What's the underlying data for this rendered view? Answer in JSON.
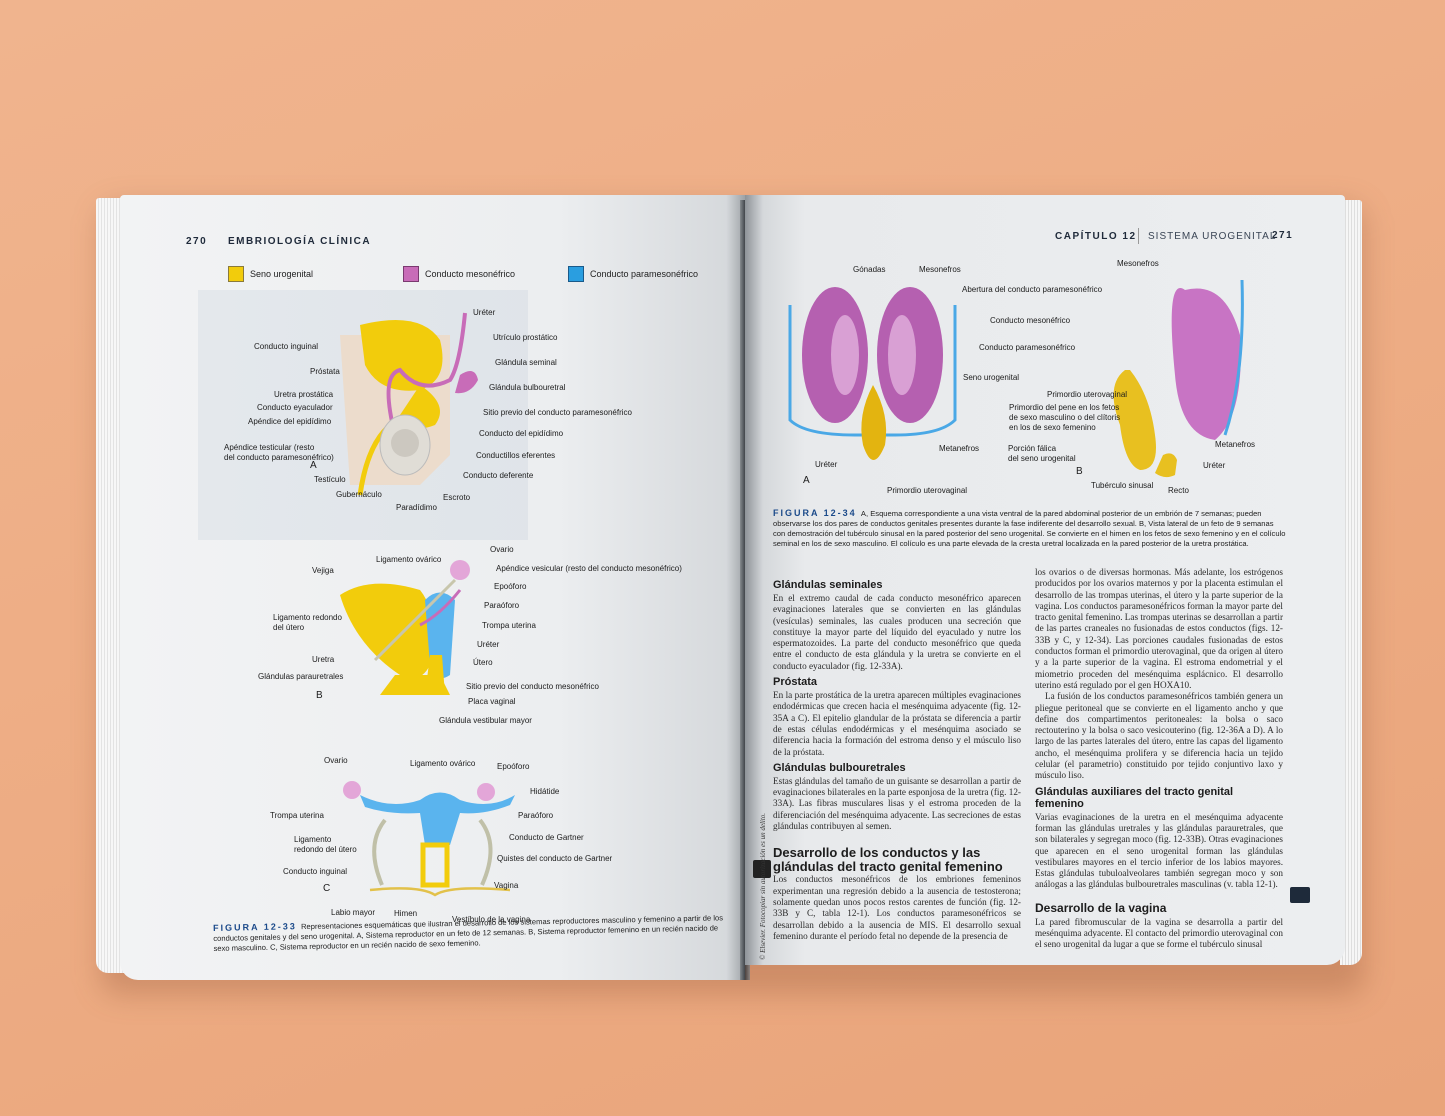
{
  "left_page": {
    "page_number": "270",
    "running_head": "EMBRIOLOGÍA CLÍNICA",
    "legend": [
      {
        "label": "Seno urogenital",
        "color": "#f2cc0c"
      },
      {
        "label": "Conducto mesonéfrico",
        "color": "#c86cb8"
      },
      {
        "label": "Conducto paramesonéfrico",
        "color": "#2a9ee0"
      }
    ],
    "figure_a": {
      "panel": "A",
      "labels": [
        "Uréter",
        "Utrículo prostático",
        "Conducto inguinal",
        "Glándula seminal",
        "Próstata",
        "Glándula bulbouretral",
        "Uretra prostática",
        "Conducto eyaculador",
        "Sitio previo del conducto paramesonéfrico",
        "Apéndice del epidídimo",
        "Conducto del epidídimo",
        "Apéndice testicular (resto",
        "del conducto paramesonéfrico)",
        "Conductillos eferentes",
        "Conducto deferente",
        "Testículo",
        "Gubernáculo",
        "Escroto",
        "Paradídimo"
      ]
    },
    "figure_b": {
      "panel": "B",
      "labels": [
        "Ovario",
        "Ligamento ovárico",
        "Apéndice vesicular (resto del conducto mesonéfrico)",
        "Vejiga",
        "Epoóforo",
        "Paraóforo",
        "Ligamento redondo",
        "del útero",
        "Trompa uterina",
        "Uréter",
        "Útero",
        "Uretra",
        "Glándulas parauretrales",
        "Sitio previo del conducto mesonéfrico",
        "Placa vaginal",
        "Glándula vestibular mayor"
      ]
    },
    "figure_c": {
      "panel": "C",
      "labels": [
        "Ovario",
        "Ligamento ovárico",
        "Epoóforo",
        "Hidátide",
        "Trompa uterina",
        "Paraóforo",
        "Ligamento",
        "redondo del útero",
        "Conducto de Gartner",
        "Quistes del conducto de Gartner",
        "Conducto inguinal",
        "Vagina",
        "Labio mayor",
        "Himen",
        "Vestíbulo de la vagina"
      ]
    },
    "caption": {
      "label": "FIGURA 12-33",
      "text": "Representaciones esquemáticas que ilustran el desarrollo de los sistemas reproductores masculino y femenino a partir de los conductos genitales y del seno urogenital. A, Sistema reproductor en un feto de 12 semanas. B, Sistema reproductor femenino en un recién nacido de sexo masculino. C, Sistema reproductor en un recién nacido de sexo femenino."
    }
  },
  "right_page": {
    "page_number": "271",
    "chapter": "CAPÍTULO 12",
    "chapter_title": "SISTEMA UROGENITAL",
    "figure_a": {
      "panel": "A",
      "labels": [
        "Gónadas",
        "Mesonefros",
        "Abertura del conducto paramesonéfrico",
        "Conducto mesonéfrico",
        "Conducto paramesonéfrico",
        "Seno urogenital",
        "Metanefros",
        "Uréter",
        "Primordio uterovaginal"
      ]
    },
    "figure_b": {
      "panel": "B",
      "labels": [
        "Mesonefros",
        "Primordio uterovaginal",
        "Primordio del pene en los fetos",
        "de sexo masculino o del clítoris",
        "en los de sexo femenino",
        "Porción fálica",
        "del seno urogenital",
        "Metanefros",
        "Uréter",
        "Tubérculo sinusal",
        "Recto"
      ]
    },
    "caption": {
      "label": "FIGURA 12-34",
      "text": "A, Esquema correspondiente a una vista ventral de la pared abdominal posterior de un embrión de 7 semanas; pueden observarse los dos pares de conductos genitales presentes durante la fase indiferente del desarrollo sexual. B, Vista lateral de un feto de 9 semanas con demostración del tubérculo sinusal en la pared posterior del seno urogenital. Se convierte en el himen en los fetos de sexo femenino y en el colículo seminal en los de sexo masculino. El colículo es una parte elevada de la cresta uretral localizada en la pared posterior de la uretra prostática."
    },
    "col1": [
      {
        "heading": "Glándulas seminales",
        "text": "En el extremo caudal de cada conducto mesonéfrico aparecen evaginaciones laterales que se convierten en las glándulas (vesículas) seminales, las cuales producen una secreción que constituye la mayor parte del líquido del eyaculado y nutre los espermatozoides. La parte del conducto mesonéfrico que queda entre el conducto de esta glándula y la uretra se convierte en el conducto eyaculador (fig. 12-33A)."
      },
      {
        "heading": "Próstata",
        "text": "En la parte prostática de la uretra aparecen múltiples evaginaciones endodérmicas que crecen hacia el mesénquima adyacente (fig. 12-35A a C). El epitelio glandular de la próstata se diferencia a partir de estas células endodérmicas y el mesénquima asociado se diferencia hacia la formación del estroma denso y el músculo liso de la próstata."
      },
      {
        "heading": "Glándulas bulbouretrales",
        "text": "Estas glándulas del tamaño de un guisante se desarrollan a partir de evaginaciones bilaterales en la parte esponjosa de la uretra (fig. 12-33A). Las fibras musculares lisas y el estroma proceden de la diferenciación del mesénquima adyacente. Las secreciones de estas glándulas contribuyen al semen."
      },
      {
        "heading": "Desarrollo de los conductos y las glándulas del tracto genital femenino",
        "text": "Los conductos mesonéfricos de los embriones femeninos experimentan una regresión debido a la ausencia de testosterona; solamente quedan unos pocos restos carentes de función (fig. 12-33B y C, tabla 12-1). Los conductos paramesonéfricos se desarrollan debido a la ausencia de MIS. El desarrollo sexual femenino durante el período fetal no depende de la presencia de"
      }
    ],
    "col2": [
      {
        "heading": "",
        "text": "los ovarios o de diversas hormonas. Más adelante, los estrógenos producidos por los ovarios maternos y por la placenta estimulan el desarrollo de las trompas uterinas, el útero y la parte superior de la vagina. Los conductos paramesonéfricos forman la mayor parte del tracto genital femenino. Las trompas uterinas se desarrollan a partir de las partes craneales no fusionadas de estos conductos (figs. 12-33B y C, y 12-34). Las porciones caudales fusionadas de estos conductos forman el primordio uterovaginal, que da origen al útero y a la parte superior de la vagina. El estroma endometrial y el miometrio proceden del mesénquima esplácnico. El desarrollo uterino está regulado por el gen HOXA10."
      },
      {
        "heading": "",
        "text": "La fusión de los conductos paramesonéfricos también genera un pliegue peritoneal que se convierte en el ligamento ancho y que define dos compartimentos peritoneales: la bolsa o saco rectouterino y la bolsa o saco vesicouterino (fig. 12-36A a D). A lo largo de las partes laterales del útero, entre las capas del ligamento ancho, el mesénquima prolifera y se diferencia hacia un tejido celular (el parametrio) constituido por tejido conjuntivo laxo y músculo liso."
      },
      {
        "heading": "Glándulas auxiliares del tracto genital femenino",
        "text": "Varias evaginaciones de la uretra en el mesénquima adyacente forman las glándulas uretrales y las glándulas parauretrales, que son bilaterales y segregan moco (fig. 12-33B). Otras evaginaciones que aparecen en el seno urogenital forman las glándulas vestibulares mayores en el tercio inferior de los labios mayores. Estas glándulas tubuloalveolares también segregan moco y son análogas a las glándulas bulbouretrales masculinas (v. tabla 12-1)."
      },
      {
        "heading": "Desarrollo de la vagina",
        "text": "La pared fibromuscular de la vagina se desarrolla a partir del mesénquima adyacente. El contacto del primordio uterovaginal con el seno urogenital da lugar a que se forme el tubérculo sinusal"
      }
    ],
    "margin_note": "© Elsevier. Fotocopiar sin autorización es un delito."
  }
}
